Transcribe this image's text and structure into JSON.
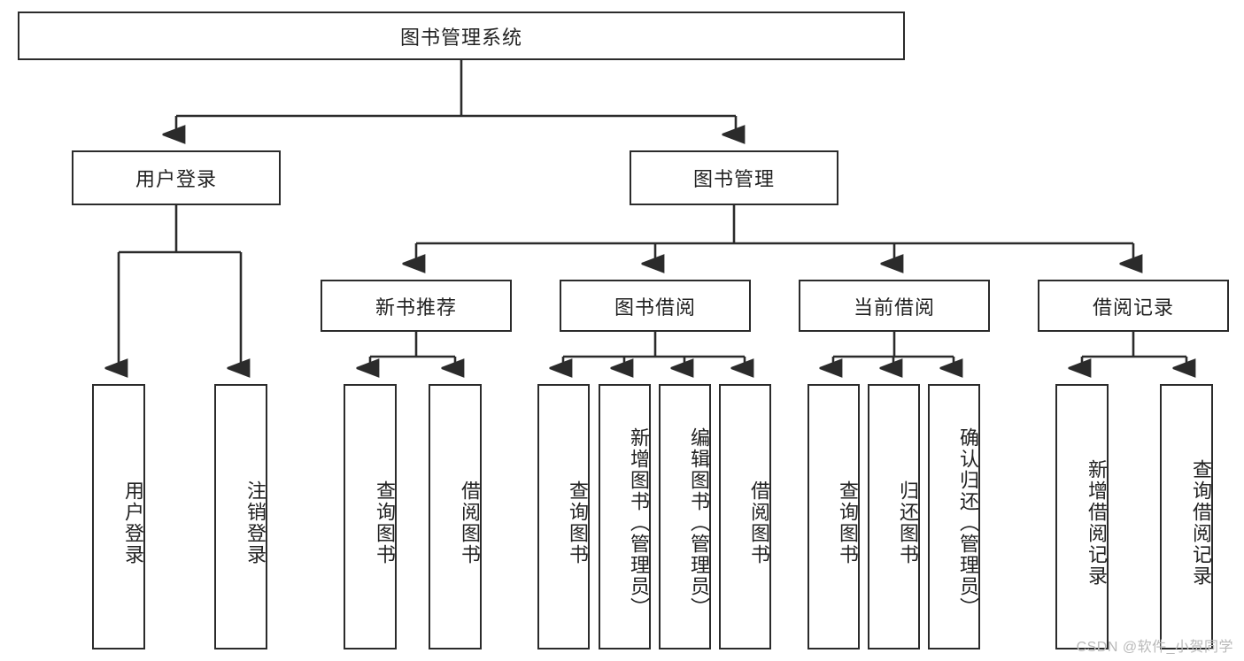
{
  "diagram": {
    "title": "图书管理系统",
    "type": "tree-hierarchy-diagram",
    "accent_line_color": "#2b2b2b",
    "node_fill_color": "#ffffff",
    "text_color": "#222222"
  },
  "root": {
    "label": "图书管理系统"
  },
  "level2": [
    {
      "label": "用户登录"
    },
    {
      "label": "图书管理"
    }
  ],
  "level3": [
    {
      "label": "新书推荐"
    },
    {
      "label": "图书借阅"
    },
    {
      "label": "当前借阅"
    },
    {
      "label": "借阅记录"
    }
  ],
  "leaves": {
    "user_login": [
      {
        "label": "用户登录"
      },
      {
        "label": "注销登录"
      }
    ],
    "new_book_recommend": [
      {
        "label": "查询图书"
      },
      {
        "label": "借阅图书"
      }
    ],
    "book_borrow": [
      {
        "label": "查询图书"
      },
      {
        "label": "新增图书（管理员）"
      },
      {
        "label": "编辑图书（管理员）"
      },
      {
        "label": "借阅图书"
      }
    ],
    "current_borrow": [
      {
        "label": "查询图书"
      },
      {
        "label": "归还图书"
      },
      {
        "label": "确认归还（管理员）"
      }
    ],
    "borrow_record": [
      {
        "label": "新增借阅记录"
      },
      {
        "label": "查询借阅记录"
      }
    ]
  },
  "watermark": {
    "text": "CSDN @软件_小贺同学"
  }
}
